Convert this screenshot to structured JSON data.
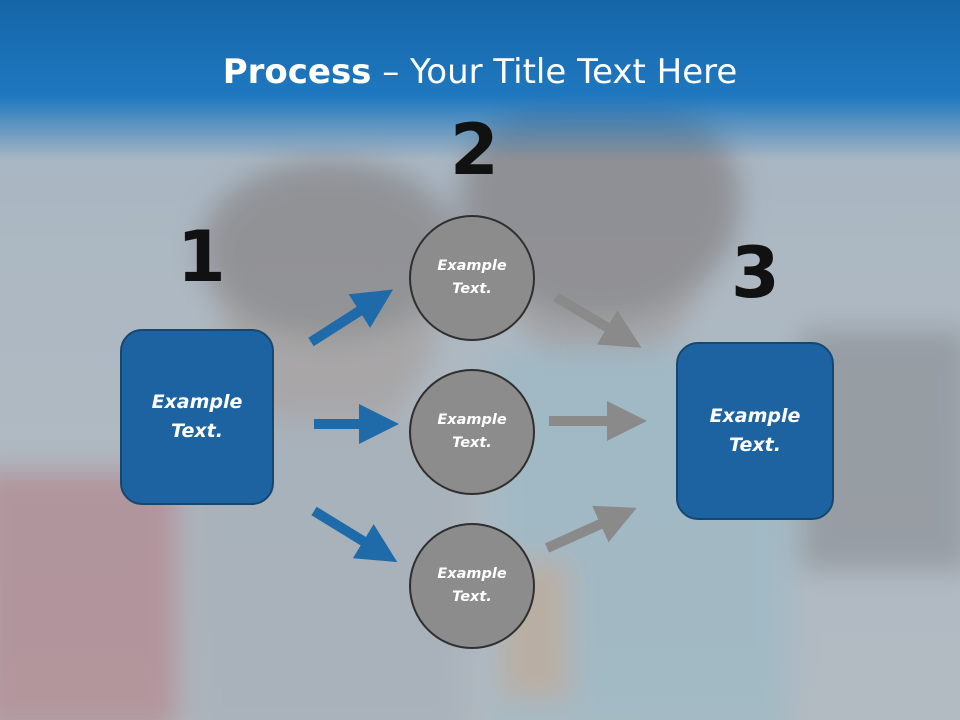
{
  "title": {
    "bold": "Process",
    "rest": " – Your Title Text Here"
  },
  "numbers": [
    "1",
    "2",
    "3"
  ],
  "left_box": {
    "label": "Example\nText."
  },
  "circles": [
    {
      "label": "Example\nText."
    },
    {
      "label": "Example\nText."
    },
    {
      "label": "Example\nText."
    }
  ],
  "right_box": {
    "label": "Example\nText."
  },
  "colors": {
    "header": "#1f78bf",
    "box": "#1d63a1",
    "circle": "#8c8c8c",
    "blue_arrow": "#1f6aa8",
    "gray_arrow": "#8a8a8a"
  }
}
